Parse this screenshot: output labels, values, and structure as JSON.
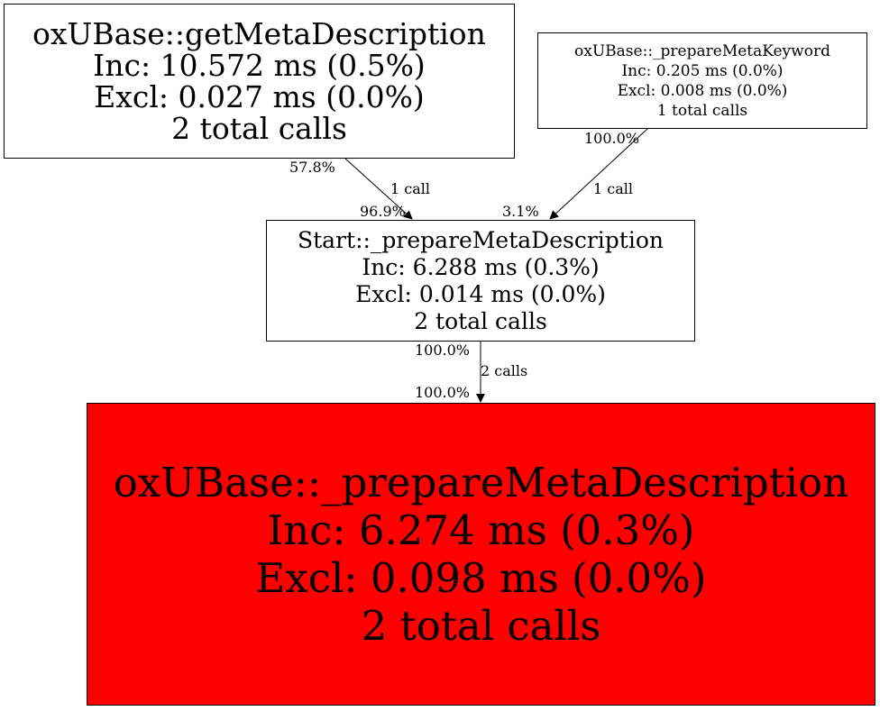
{
  "nodes": {
    "get_meta_description": {
      "name": "oxUBase::getMetaDescription",
      "inc": "Inc: 10.572 ms (0.5%)",
      "excl": "Excl: 0.027 ms (0.0%)",
      "calls": "2 total calls"
    },
    "prepare_meta_keyword": {
      "name": "oxUBase::_prepareMetaKeyword",
      "inc": "Inc: 0.205 ms (0.0%)",
      "excl": "Excl: 0.008 ms (0.0%)",
      "calls": "1 total calls"
    },
    "start_prepare_meta_description": {
      "name": "Start::_prepareMetaDescription",
      "inc": "Inc: 6.288 ms (0.3%)",
      "excl": "Excl: 0.014 ms (0.0%)",
      "calls": "2 total calls"
    },
    "oxubase_prepare_meta_description": {
      "name": "oxUBase::_prepareMetaDescription",
      "inc": "Inc: 6.274 ms (0.3%)",
      "excl": "Excl: 0.098 ms (0.0%)",
      "calls": "2 total calls",
      "color": "#ff0000"
    }
  },
  "edges": [
    {
      "from": "oxUBase::getMetaDescription",
      "to": "Start::_prepareMetaDescription",
      "tail_label": "57.8%",
      "label": "1 call",
      "head_label": "96.9%"
    },
    {
      "from": "oxUBase::_prepareMetaKeyword",
      "to": "Start::_prepareMetaDescription",
      "tail_label": "100.0%",
      "label": "1 call",
      "head_label": "3.1%"
    },
    {
      "from": "Start::_prepareMetaDescription",
      "to": "oxUBase::_prepareMetaDescription",
      "tail_label": "100.0%",
      "label": "2 calls",
      "head_label": "100.0%"
    }
  ]
}
